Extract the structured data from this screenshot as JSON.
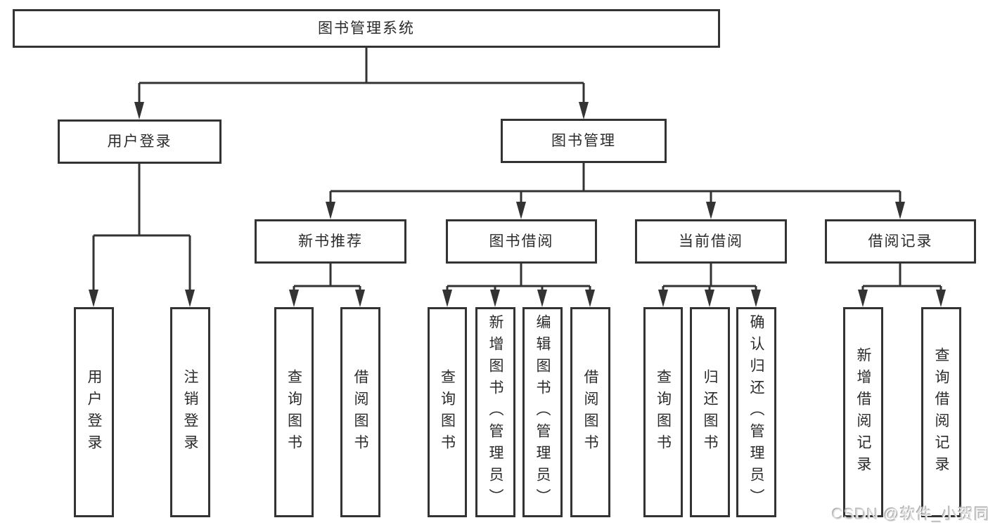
{
  "tree": {
    "root": {
      "label": "图书管理系统",
      "children": [
        {
          "label": "用户登录",
          "children": [
            {
              "label": "用户登录"
            },
            {
              "label": "注销登录"
            }
          ]
        },
        {
          "label": "图书管理",
          "children": [
            {
              "label": "新书推荐",
              "children": [
                {
                  "label": "查询图书"
                },
                {
                  "label": "借阅图书"
                }
              ]
            },
            {
              "label": "图书借阅",
              "children": [
                {
                  "label": "查询图书"
                },
                {
                  "label": "新增图书（管理员）"
                },
                {
                  "label": "编辑图书（管理员）"
                },
                {
                  "label": "借阅图书"
                }
              ]
            },
            {
              "label": "当前借阅",
              "children": [
                {
                  "label": "查询图书"
                },
                {
                  "label": "归还图书"
                },
                {
                  "label": "确认归还（管理员）"
                }
              ]
            },
            {
              "label": "借阅记录",
              "children": [
                {
                  "label": "新增借阅记录"
                },
                {
                  "label": "查询借阅记录"
                }
              ]
            }
          ]
        }
      ]
    }
  },
  "watermark": {
    "text": "CSDN @软件_小贺同学"
  },
  "colors": {
    "line": "#333333",
    "box_border": "#333333",
    "text": "#2b2b2b",
    "background": "#ffffff",
    "watermark": "#dadada"
  }
}
